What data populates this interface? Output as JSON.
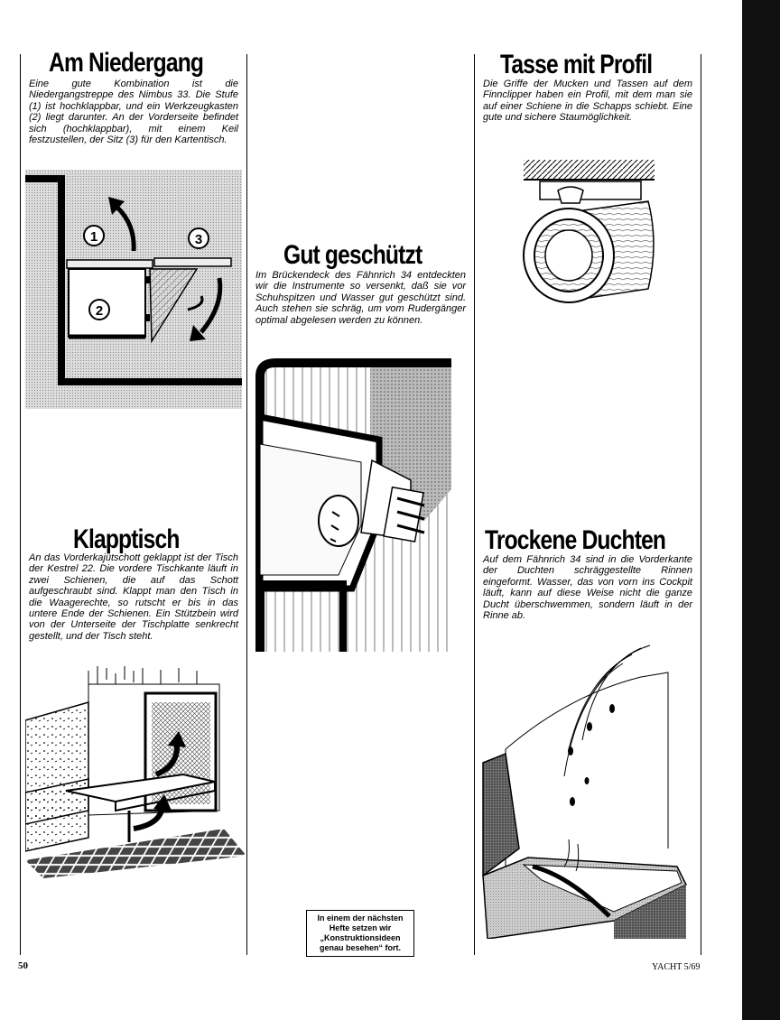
{
  "sections": [
    {
      "title": "Am Niedergang",
      "text": "Eine gute Kombination ist die Niedergangstreppe des Nimbus 33. Die Stufe (1) ist hochklappbar, und ein Werkzeugkasten (2) liegt darunter. An der Vorderseite befindet sich (hochklappbar), mit einem Keil festzustellen, der Sitz (3) für den Kartentisch.",
      "labels": [
        "1",
        "2",
        "3"
      ]
    },
    {
      "title": "Gut geschützt",
      "text": "Im Brückendeck des Fähnrich 34 entdeckten wir die Instrumente so versenkt, daß sie vor Schuhspitzen und Wasser gut geschützt sind. Auch stehen sie schräg, um vom Rudergänger optimal abgelesen werden zu können."
    },
    {
      "title": "Tasse mit Profil",
      "text": "Die Griffe der Mucken und Tassen auf dem Finnclipper haben ein Profil, mit dem man sie auf einer Schiene in die Schapps schiebt. Eine gute und sichere Staumöglichkeit."
    },
    {
      "title": "Klapptisch",
      "text": "An das Vorderkajütschott geklappt ist der Tisch der Kestrel 22. Die vordere Tischkante läuft in zwei Schienen, die auf das Schott aufgeschraubt sind. Klappt man den Tisch in die Waagerechte, so rutscht er bis in das untere Ende der Schienen. Ein Stützbein wird von der Unterseite der Tischplatte senkrecht gestellt, und der Tisch steht."
    },
    {
      "title": "Trockene Duchten",
      "text": "Auf dem Fähnrich 34 sind in die Vorderkante der Duchten schräggestellte Rinnen eingeformt. Wasser, das von vorn ins Cockpit läuft, kann auf diese Weise nicht die ganze Ducht überschwemmen, sondern läuft in der Rinne ab."
    }
  ],
  "notice": "In einem der nächsten Hefte setzen wir „Konstruktionsideen genau besehen“ fort.",
  "footer": {
    "page_number": "50",
    "magazine": "YACHT 5/69"
  }
}
